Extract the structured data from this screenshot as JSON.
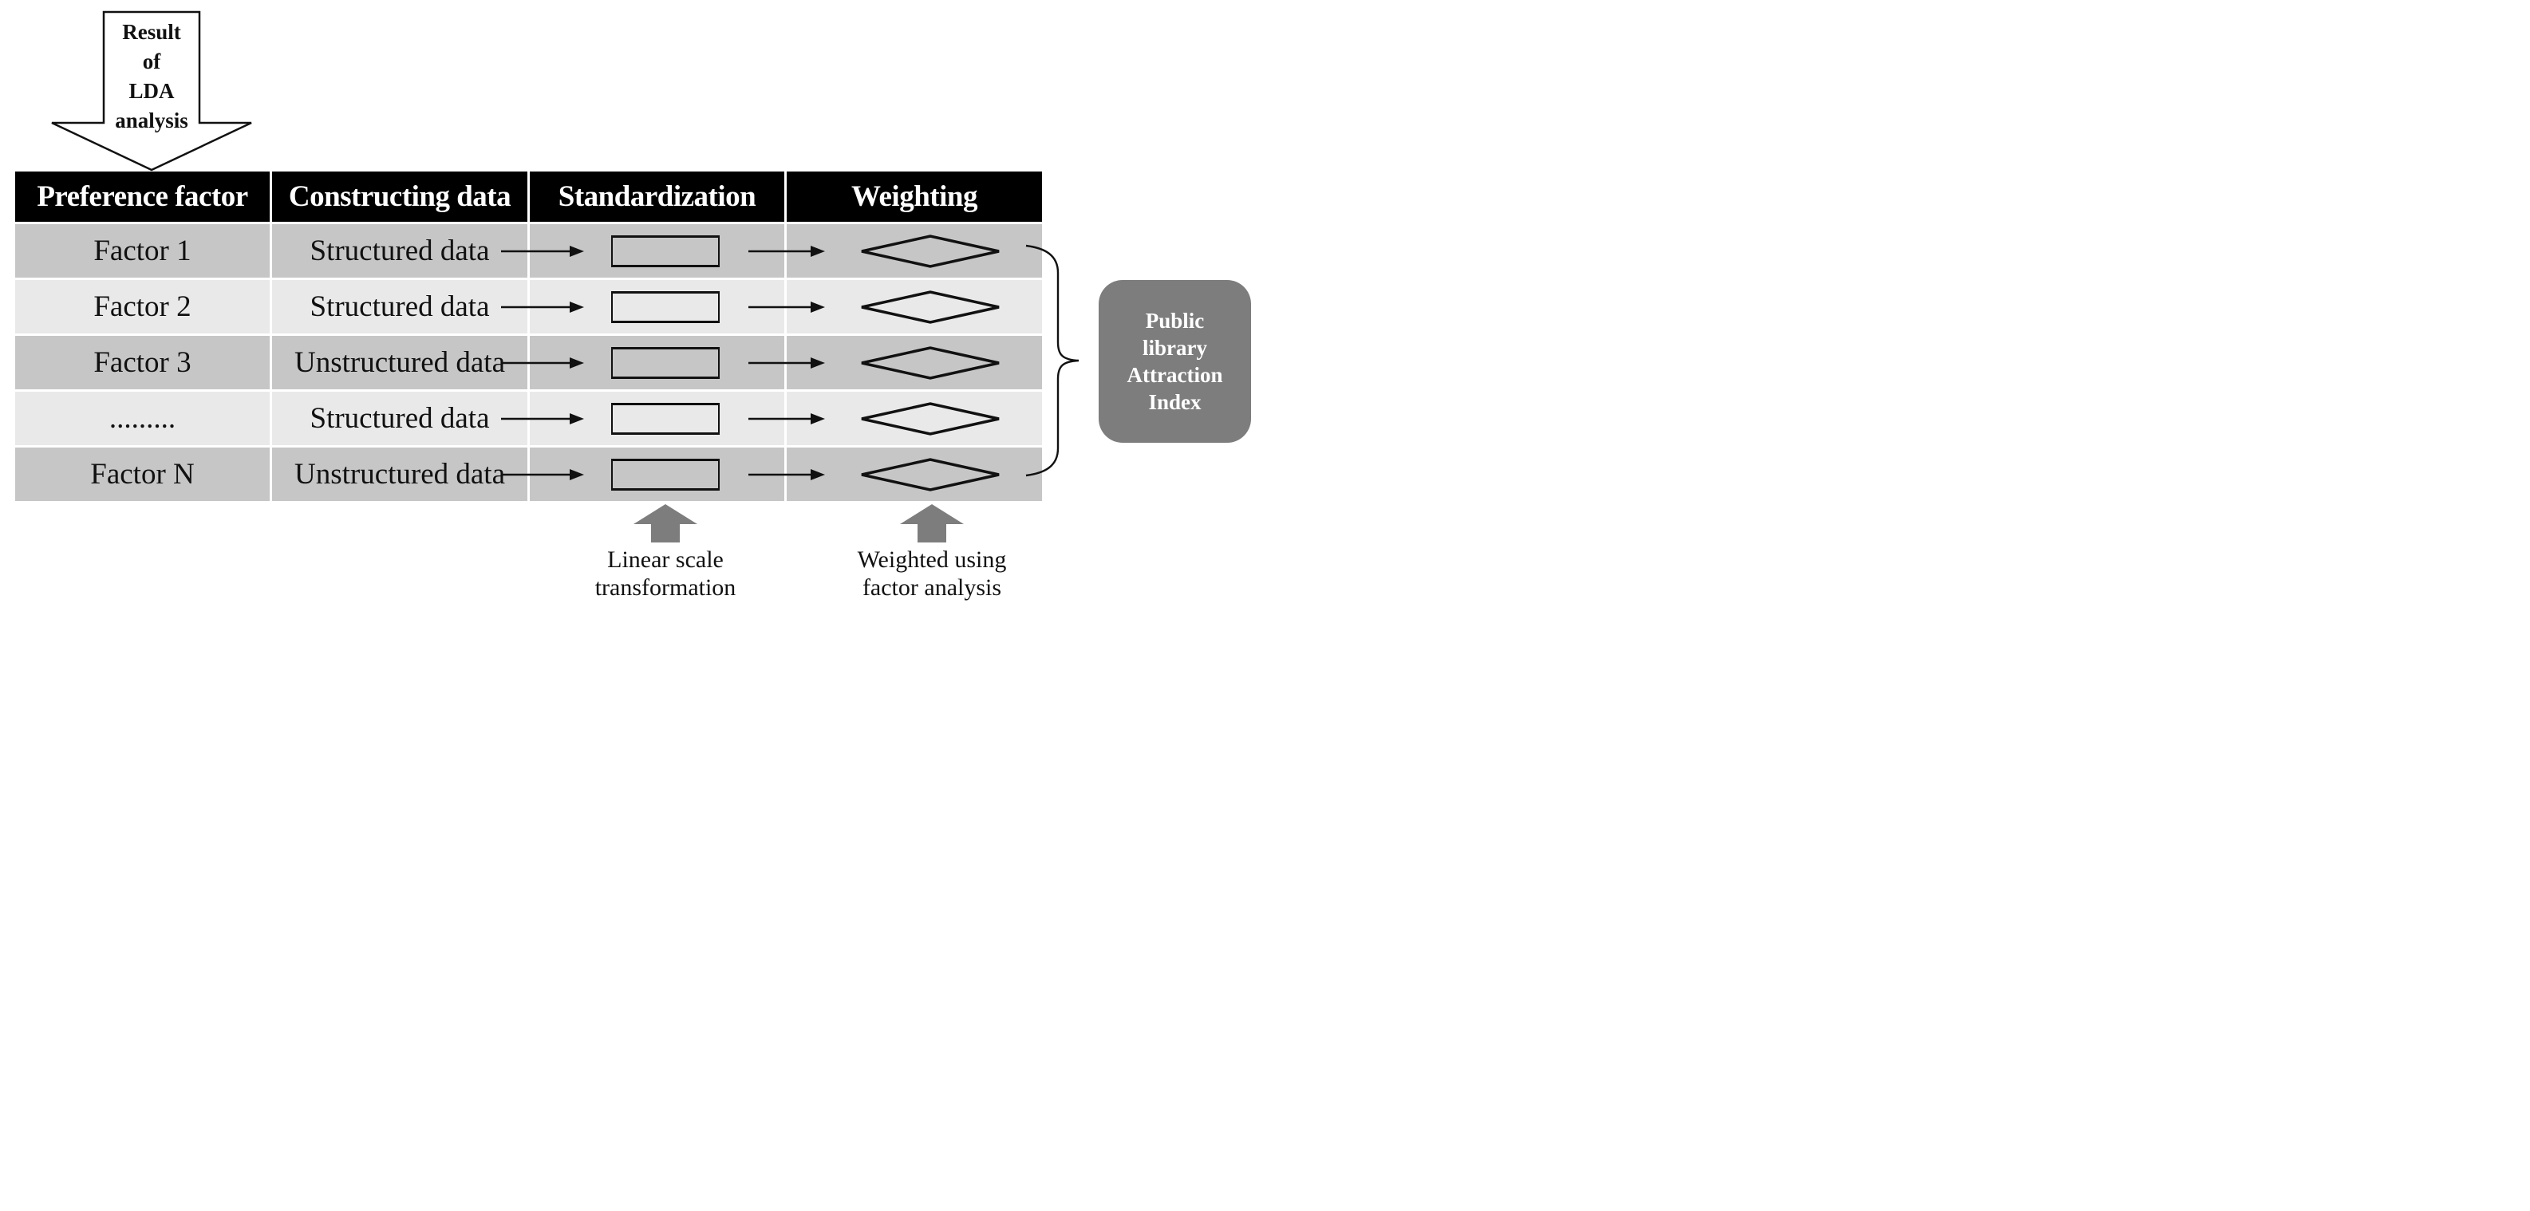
{
  "colors": {
    "header_bg": "#000000",
    "header_text": "#ffffff",
    "row_dark": "#c6c6c6",
    "row_light": "#e9e9e9",
    "gray_accent": "#7d7d7d",
    "outline": "#111111",
    "text": "#111111"
  },
  "top_arrow": {
    "lines": [
      "Result",
      "of",
      "LDA",
      "analysis"
    ]
  },
  "table": {
    "headers": [
      "Preference factor",
      "Constructing data",
      "Standardization",
      "Weighting"
    ],
    "rows": [
      {
        "factor": "Factor 1",
        "data": "Structured data"
      },
      {
        "factor": "Factor 2",
        "data": "Structured data"
      },
      {
        "factor": "Factor 3",
        "data": "Unstructured data"
      },
      {
        "factor": ".........",
        "data": "Structured data"
      },
      {
        "factor": "Factor N",
        "data": "Unstructured data"
      }
    ]
  },
  "output_box": {
    "lines": [
      "Public",
      "library",
      "Attraction",
      "Index"
    ]
  },
  "annotations": [
    {
      "lines": [
        "Linear scale",
        "transformation"
      ]
    },
    {
      "lines": [
        "Weighted using",
        "factor analysis"
      ]
    }
  ]
}
